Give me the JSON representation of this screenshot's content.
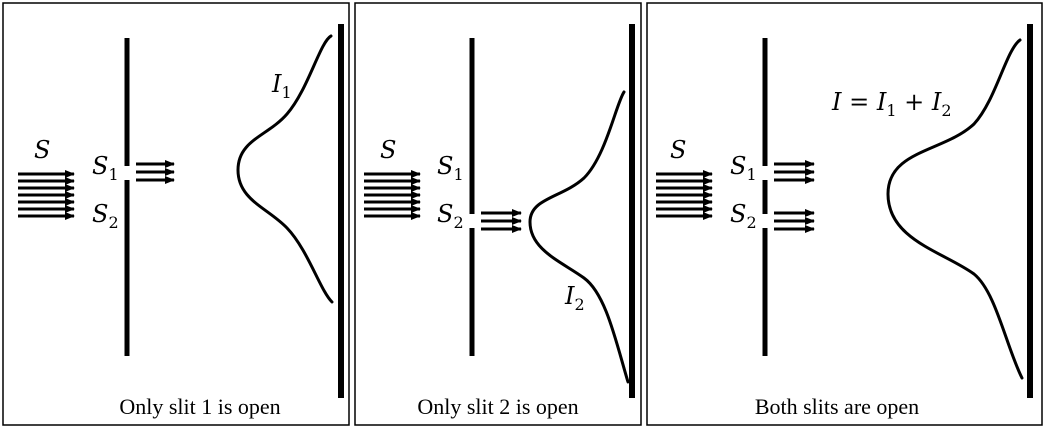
{
  "colors": {
    "ink": "#000000",
    "background": "#ffffff"
  },
  "panels": [
    {
      "caption": "Only slit 1 is open",
      "source_label": "S",
      "slit1_label": {
        "base": "S",
        "sub": "1"
      },
      "slit2_label": {
        "base": "S",
        "sub": "2"
      },
      "intensity_label": {
        "base": "I",
        "sub": "1"
      }
    },
    {
      "caption": "Only slit 2 is open",
      "source_label": "S",
      "slit1_label": {
        "base": "S",
        "sub": "1"
      },
      "slit2_label": {
        "base": "S",
        "sub": "2"
      },
      "intensity_label": {
        "base": "I",
        "sub": "2"
      }
    },
    {
      "caption": "Both slits are open",
      "source_label": "S",
      "slit1_label": {
        "base": "S",
        "sub": "1"
      },
      "slit2_label": {
        "base": "S",
        "sub": "2"
      },
      "intensity_label": {
        "i": "I",
        "eq": " = ",
        "i1": "I",
        "sub1": "1",
        "plus": " + ",
        "i2": "I",
        "sub2": "2"
      }
    }
  ]
}
